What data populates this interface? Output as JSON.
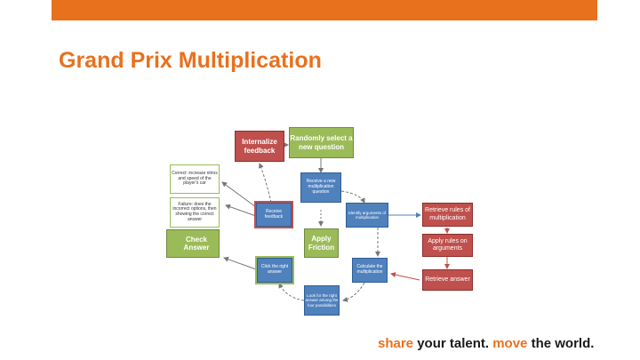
{
  "header": {
    "title": "Grand Prix Multiplication"
  },
  "diagram": {
    "internalize": "Internalize feedback",
    "randomly_select": "Randomly select a new question",
    "correct": "Correct: increase nitros and speed of the player's car",
    "failure": "Failure: does the incorrect options, then showing the correct answer",
    "check_answer": "Check Answer",
    "receive_question": "Receive a new multiplication question",
    "receive_feedback": "Receive feedback",
    "identify": "Identify arguments of multiplication",
    "apply_friction": "Apply Friction",
    "click_right": "Click the right answer",
    "calculate": "Calculate the multiplication",
    "look_for": "Look for the right answer among the four possibilities",
    "retrieve_rules": "Retrieve rules of multiplication",
    "apply_rules": "Apply rules on arguments",
    "retrieve_answer": "Retrieve answer"
  },
  "footer": {
    "share": "share",
    "your_talent": " your talent. ",
    "move": "move",
    "the_world": " the world."
  },
  "colors": {
    "accent": "#e8711e",
    "red": "#c0504d",
    "green": "#9bbb59",
    "blue": "#4f81bd"
  }
}
